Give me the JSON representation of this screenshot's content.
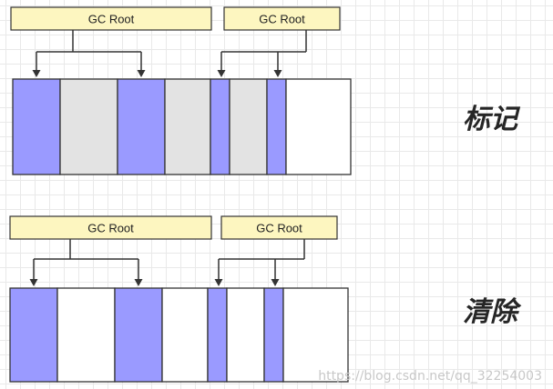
{
  "colors": {
    "marked": "#9a9aff",
    "unmarked": "#e3e3e3",
    "free": "#ffffff",
    "root_fill": "#fdf6c0",
    "root_border": "#333333",
    "stroke": "#333333"
  },
  "root_label": "GC Root",
  "panels": [
    {
      "id": "mark",
      "label": "标记",
      "cells": [
        "marked",
        "unmarked",
        "marked",
        "unmarked",
        "marked",
        "unmarked",
        "marked",
        "free"
      ]
    },
    {
      "id": "sweep",
      "label": "清除",
      "cells": [
        "marked",
        "free",
        "marked",
        "free",
        "marked",
        "free",
        "marked",
        "free"
      ]
    }
  ],
  "watermark": "https://blog.csdn.net/qq_32254003"
}
